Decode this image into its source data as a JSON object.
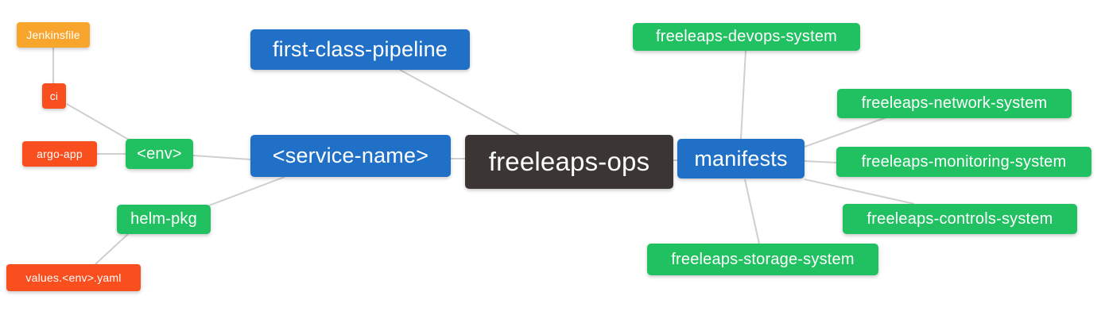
{
  "colors": {
    "blue": "#2170c7",
    "green": "#21c162",
    "orange": "#f8a52e",
    "red": "#f94e1e",
    "dark": "#3b3634",
    "edge": "#cfcfcf"
  },
  "nodes": {
    "root": {
      "label": "freeleaps-ops"
    },
    "first_class_pipeline": {
      "label": "first-class-pipeline"
    },
    "service_name": {
      "label": "<service-name>"
    },
    "manifests": {
      "label": "manifests"
    },
    "env": {
      "label": "<env>"
    },
    "helm_pkg": {
      "label": "helm-pkg"
    },
    "ci": {
      "label": "ci"
    },
    "jenkinsfile": {
      "label": "Jenkinsfile"
    },
    "argo_app": {
      "label": "argo-app"
    },
    "values_env_yaml": {
      "label": "values.<env>.yaml"
    },
    "devops_system": {
      "label": "freeleaps-devops-system"
    },
    "network_system": {
      "label": "freeleaps-network-system"
    },
    "monitoring_system": {
      "label": "freeleaps-monitoring-system"
    },
    "controls_system": {
      "label": "freeleaps-controls-system"
    },
    "storage_system": {
      "label": "freeleaps-storage-system"
    }
  },
  "edges": [
    [
      "jenkinsfile",
      "ci"
    ],
    [
      "ci",
      "env"
    ],
    [
      "argo_app",
      "env"
    ],
    [
      "env",
      "service_name"
    ],
    [
      "helm_pkg",
      "service_name"
    ],
    [
      "values_env_yaml",
      "helm_pkg"
    ],
    [
      "first_class_pipeline",
      "root"
    ],
    [
      "service_name",
      "root"
    ],
    [
      "root",
      "manifests"
    ],
    [
      "manifests",
      "devops_system"
    ],
    [
      "manifests",
      "network_system"
    ],
    [
      "manifests",
      "monitoring_system"
    ],
    [
      "manifests",
      "controls_system"
    ],
    [
      "manifests",
      "storage_system"
    ]
  ]
}
